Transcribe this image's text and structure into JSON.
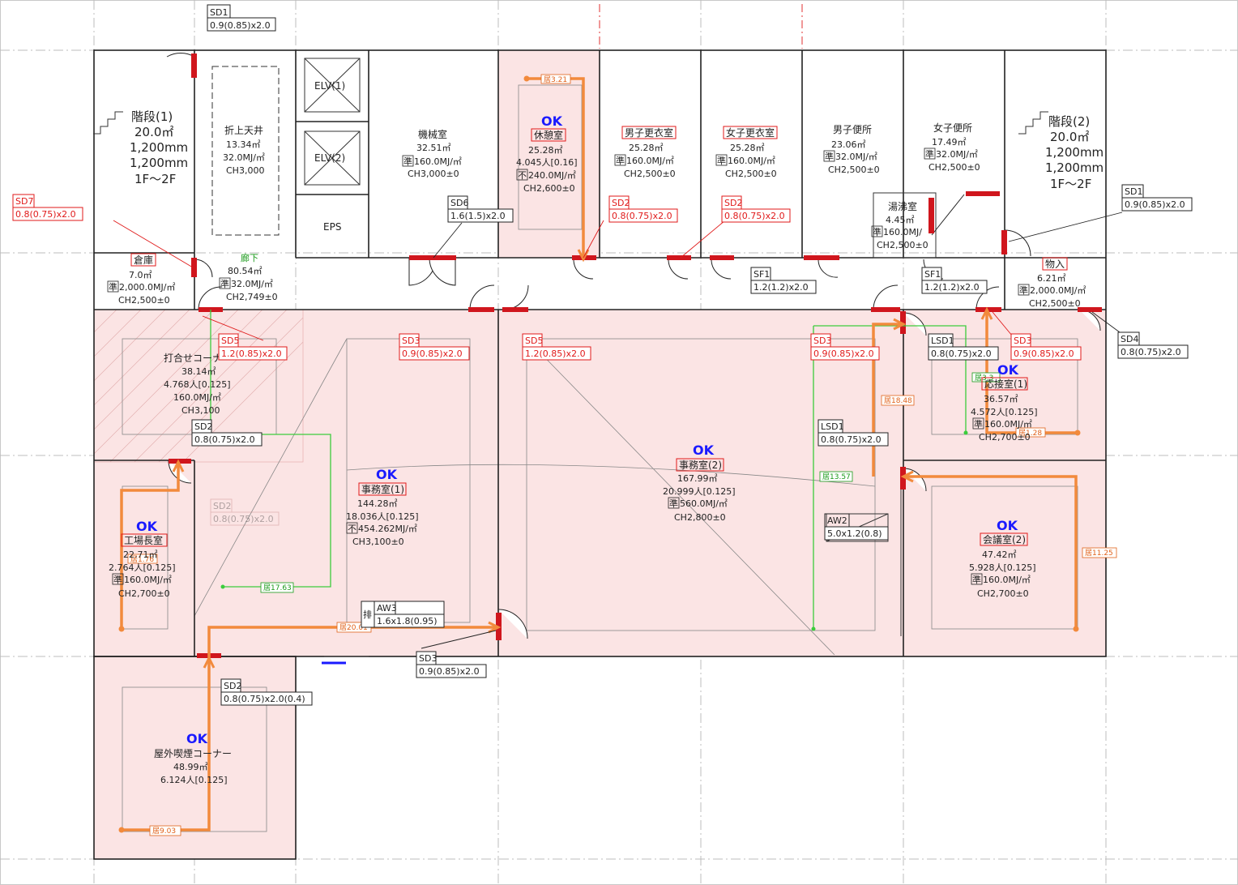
{
  "rooms": {
    "stair1": {
      "name": "階段(1)",
      "area": "20.0㎡",
      "w1": "1,200mm",
      "w2": "1,200mm",
      "floors": "1F～2F"
    },
    "stair2": {
      "name": "階段(2)",
      "area": "20.0㎡",
      "w1": "1,200mm",
      "w2": "1,200mm",
      "floors": "1F～2F"
    },
    "ceiling": {
      "name": "折上天井",
      "area": "13.34㎡",
      "load": "32.0MJ/㎡",
      "ch": "CH3,000"
    },
    "elv1": {
      "name": "ELV(1)"
    },
    "elv2": {
      "name": "ELV(2)"
    },
    "eps": {
      "name": "EPS"
    },
    "machine": {
      "name": "機械室",
      "area": "32.51㎡",
      "kind": "準",
      "load": "160.0MJ/㎡",
      "ch": "CH3,000±0"
    },
    "rest": {
      "status": "OK",
      "name": "休憩室",
      "area": "25.28㎡",
      "people": "4.045人[0.16]",
      "kind": "不",
      "load": "240.0MJ/㎡",
      "ch": "CH2,600±0"
    },
    "mlocker": {
      "name": "男子更衣室",
      "area": "25.28㎡",
      "kind": "準",
      "load": "160.0MJ/㎡",
      "ch": "CH2,500±0"
    },
    "wlocker": {
      "name": "女子更衣室",
      "area": "25.28㎡",
      "kind": "準",
      "load": "160.0MJ/㎡",
      "ch": "CH2,500±0"
    },
    "mtoilet": {
      "name": "男子便所",
      "area": "23.06㎡",
      "kind": "準",
      "load": "32.0MJ/㎡",
      "ch": "CH2,500±0"
    },
    "wtoilet": {
      "name": "女子便所",
      "area": "17.49㎡",
      "kind": "準",
      "load": "32.0MJ/㎡",
      "ch": "CH2,500±0"
    },
    "kettle": {
      "name": "湯沸室",
      "area": "4.45㎡",
      "kind": "準",
      "load": "160.0MJ/",
      "ch": "CH2,500±0"
    },
    "storage": {
      "name": "倉庫",
      "area": "7.0㎡",
      "kind": "準",
      "load": "2,000.0MJ/㎡",
      "ch": "CH2,500±0"
    },
    "corridor": {
      "name": "廊下",
      "area": "80.54㎡",
      "kind": "準",
      "load": "32.0MJ/㎡",
      "ch": "CH2,749±0"
    },
    "storage2": {
      "name": "物入",
      "area": "6.21㎡",
      "kind": "準",
      "load": "2,000.0MJ/㎡",
      "ch": "CH2,500±0"
    },
    "meeting_corner": {
      "name": "打合せコーナー",
      "area": "38.14㎡",
      "people": "4.768人[0.125]",
      "load": "160.0MJ/㎡",
      "ch": "CH3,100"
    },
    "office1": {
      "status": "OK",
      "name": "事務室(1)",
      "area": "144.28㎡",
      "people": "18.036人[0.125]",
      "kind": "不",
      "load": "454.262MJ/㎡",
      "ch": "CH3,100±0"
    },
    "office2": {
      "status": "OK",
      "name": "事務室(2)",
      "area": "167.99㎡",
      "people": "20.999人[0.125]",
      "kind": "準",
      "load": "560.0MJ/㎡",
      "ch": "CH2,800±0"
    },
    "reception": {
      "status": "OK",
      "name": "応接室(1)",
      "area": "36.57㎡",
      "people": "4.572人[0.125]",
      "kind": "準",
      "load": "160.0MJ/㎡",
      "ch": "CH2,700±0"
    },
    "manager": {
      "status": "OK",
      "name": "工場長室",
      "area": "22.71㎡",
      "people": "2.764人[0.125]",
      "kind": "準",
      "load": "160.0MJ/㎡",
      "ch": "CH2,700±0"
    },
    "meeting2": {
      "status": "OK",
      "name": "会議室(2)",
      "area": "47.42㎡",
      "people": "5.928人[0.125]",
      "kind": "準",
      "load": "160.0MJ/㎡",
      "ch": "CH2,700±0"
    },
    "smoking": {
      "status": "OK",
      "name": "屋外喫煙コーナー",
      "area": "48.99㎡",
      "people": "6.124人[0.125]"
    }
  },
  "doors": {
    "sd1a": {
      "code": "SD1",
      "size": "0.9(0.85)x2.0"
    },
    "sd1b": {
      "code": "SD1",
      "size": "0.9(0.85)x2.0"
    },
    "sd7": {
      "code": "SD7",
      "size": "0.8(0.75)x2.0"
    },
    "sd6": {
      "code": "SD6",
      "size": "1.6(1.5)x2.0"
    },
    "sd2a": {
      "code": "SD2",
      "size": "0.8(0.75)x2.0"
    },
    "sd2b": {
      "code": "SD2",
      "size": "0.8(0.75)x2.0"
    },
    "sd2c": {
      "code": "SD2",
      "size": "0.8(0.75)x2.0"
    },
    "sd2d": {
      "code": "SD2",
      "size": "0.8(0.75)x2.0(0.4)"
    },
    "sd2ghost": {
      "code": "SD2",
      "size": "0.8(0.75)x2.0"
    },
    "sf1a": {
      "code": "SF1",
      "size": "1.2(1.2)x2.0"
    },
    "sf1b": {
      "code": "SF1",
      "size": "1.2(1.2)x2.0"
    },
    "sd5a": {
      "code": "SD5",
      "size": "1.2(0.85)x2.0"
    },
    "sd5b": {
      "code": "SD5",
      "size": "1.2(0.85)x2.0"
    },
    "sd3a": {
      "code": "SD3",
      "size": "0.9(0.85)x2.0"
    },
    "sd3b": {
      "code": "SD3",
      "size": "0.9(0.85)x2.0"
    },
    "sd3c": {
      "code": "SD3",
      "size": "0.9(0.85)x2.0"
    },
    "sd3d": {
      "code": "SD3",
      "size": "0.9(0.85)x2.0"
    },
    "sd4": {
      "code": "SD4",
      "size": "0.8(0.75)x2.0"
    },
    "lsd1a": {
      "code": "LSD1",
      "size": "0.8(0.75)x2.0"
    },
    "lsd1b": {
      "code": "LSD1",
      "size": "0.8(0.75)x2.0"
    },
    "aw2": {
      "code": "AW2",
      "size": "5.0x1.2(0.8)"
    },
    "aw3": {
      "code": "AW3",
      "size": "1.6x1.8(0.95)",
      "kind": "排"
    }
  },
  "route_tags": {
    "r1": "居3.21",
    "r2": "居18.48",
    "r3": "居13.57",
    "r4": "居17.63",
    "r5": "居20.01",
    "r6": "居11.25",
    "r7": "居9.03",
    "r8": "居1.76",
    "r9": "居1.28",
    "r10": "居3.3"
  },
  "colors": {
    "room_fill": "#fbe4e4",
    "route": "#f28a3c",
    "check_route": "#3ccc3c",
    "door_mark": "#d0161d",
    "ok": "#1a1aff",
    "warn": "#e01a1a"
  }
}
